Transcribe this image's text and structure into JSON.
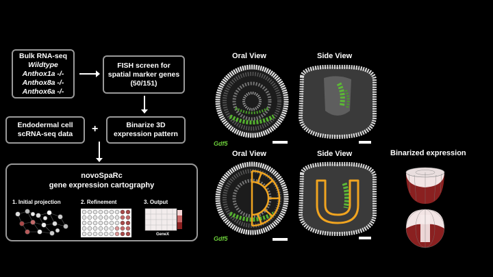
{
  "workflow": {
    "bulk_rnaseq": {
      "title": "Bulk RNA-seq",
      "lines": [
        "Wildtype",
        "Anthox1a -/-",
        "Anthox8a -/-",
        "Anthox6a -/-"
      ]
    },
    "fish_screen": {
      "lines": [
        "FISH screen for",
        "spatial marker genes",
        "(50/151)"
      ]
    },
    "scrnaseq": {
      "lines": [
        "Endodermal cell",
        "scRNA-seq data"
      ]
    },
    "plus_sign": "+",
    "binarize": {
      "lines": [
        "Binarize 3D",
        "expression pattern"
      ]
    },
    "novosparc": {
      "title": "novoSpaRc",
      "subtitle": "gene expression cartography",
      "steps": [
        "1. Initial projection",
        "2. Refinement",
        "3. Output"
      ],
      "output_label": "GeneX"
    }
  },
  "images": {
    "oral_view_label_top": "Oral View",
    "side_view_label_top": "Side View",
    "oral_view_label_bottom": "Oral View",
    "side_view_label_bottom": "Side View",
    "binarized_label": "Binarized expression",
    "gene_label_top": "Gdf5",
    "gene_label_bottom": "Gdf5"
  },
  "colors": {
    "background": "#000000",
    "box_border": "#9a9a9a",
    "gene_green": "#6ccf3a",
    "outline_orange": "#f0a420",
    "tissue_red": "#8a2020"
  }
}
